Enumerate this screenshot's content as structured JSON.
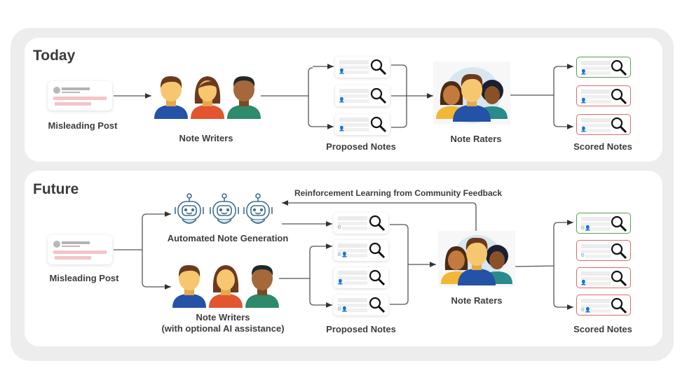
{
  "today": {
    "title": "Today",
    "misleading_post_label": "Misleading Post",
    "note_writers_label": "Note Writers",
    "proposed_notes_label": "Proposed Notes",
    "note_raters_label": "Note Raters",
    "scored_notes_label": "Scored Notes",
    "proposed_notes": [
      {
        "author": "human-writer-1",
        "mini_icon": "person-icon"
      },
      {
        "author": "human-writer-2",
        "mini_icon": "person-icon"
      },
      {
        "author": "human-writer-3",
        "mini_icon": "person-icon"
      }
    ],
    "scored_notes": [
      {
        "status": "helpful",
        "border_color": "#5a9c55"
      },
      {
        "status": "not-helpful",
        "border_color": "#dc6b6b"
      },
      {
        "status": "not-helpful",
        "border_color": "#dc6b6b"
      }
    ]
  },
  "future": {
    "title": "Future",
    "misleading_post_label": "Misleading Post",
    "automated_label": "Automated Note Generation",
    "note_writers_label": "Note Writers",
    "note_writers_sublabel": "(with optional AI assistance)",
    "proposed_notes_label": "Proposed Notes",
    "note_raters_label": "Note Raters",
    "scored_notes_label": "Scored Notes",
    "feedback_label": "Reinforcement Learning from Community Feedback",
    "proposed_notes": [
      {
        "author": "ai",
        "mini_icon": "robot-icon"
      },
      {
        "author": "ai+human",
        "mini_icon": "robot-person-icon"
      },
      {
        "author": "human",
        "mini_icon": "person-icon"
      },
      {
        "author": "ai+human",
        "mini_icon": "robot-person-icon"
      }
    ],
    "scored_notes": [
      {
        "status": "helpful",
        "border_color": "#5a9c55"
      },
      {
        "status": "not-helpful",
        "border_color": "#dc6b6b"
      },
      {
        "status": "not-helpful",
        "border_color": "#dc6b6b"
      },
      {
        "status": "not-helpful",
        "border_color": "#dc6b6b"
      }
    ]
  },
  "colors": {
    "helpful": "#5a9c55",
    "not_helpful": "#dc6b6b",
    "misleading_highlight": "#f3c5c8",
    "robot": "#3f6e8f"
  }
}
